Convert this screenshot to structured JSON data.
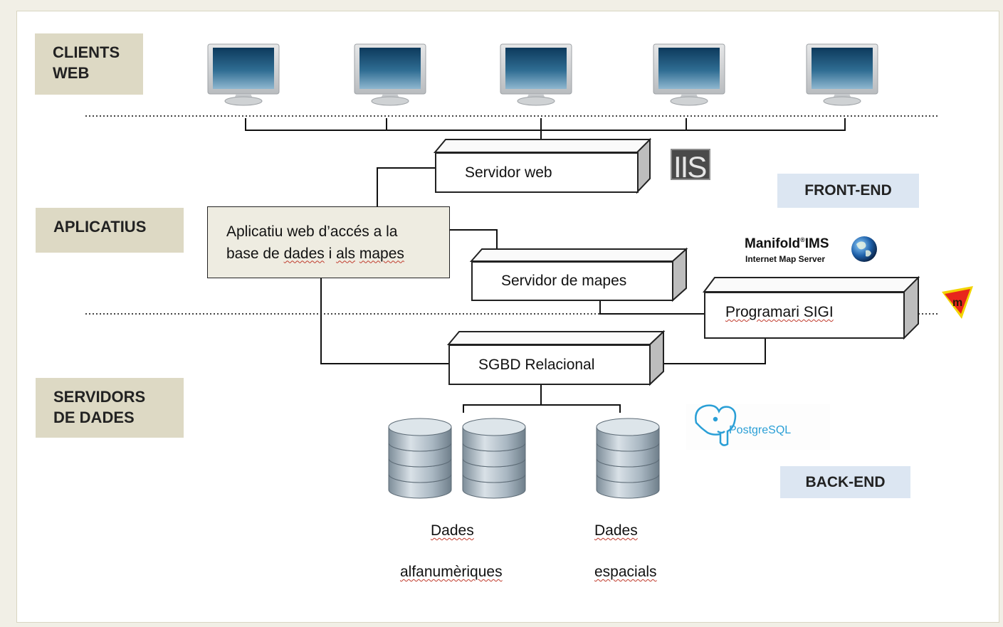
{
  "tiers": {
    "clients_web": "CLIENTS\nWEB",
    "aplicatius": "APLICATIUS",
    "servidors_dades": "SERVIDORS\nDE DADES"
  },
  "tags": {
    "front_end": "FRONT-END",
    "back_end": "BACK-END"
  },
  "boxes": {
    "servidor_web": "Servidor web",
    "aplicatiu_line1": "Aplicatiu web d’accés a la",
    "aplicatiu_line2_pre": "base de ",
    "aplicatiu_line2_dades": "dades",
    "aplicatiu_line2_mid": " i ",
    "aplicatiu_line2_als": "als",
    "aplicatiu_line2_sp": " ",
    "aplicatiu_line2_mapes": "mapes",
    "servidor_mapes": "Servidor de mapes",
    "programari_sigi": "Programari SIGI",
    "sgbd": "SGBD Relacional"
  },
  "databases": {
    "alfa_line1": "Dades",
    "alfa_line2": "alfanumèriques",
    "espacials_line1": "Dades",
    "espacials_line2": "espacials"
  },
  "logos": {
    "iis": "IIS",
    "manifold_name": "Manifold",
    "manifold_reg": "®",
    "manifold_ims": "IMS",
    "manifold_sub": "Internet Map Server",
    "postgres": "PostgreSQL",
    "m_mark": "m"
  },
  "icons": [
    "monitor-icon",
    "database-icon",
    "globe-icon",
    "elephant-icon",
    "triangle-logo-icon"
  ],
  "colors": {
    "tier_bg": "#ddd9c4",
    "tag_bg": "#dce6f2",
    "postgres_blue": "#2a9fd6",
    "triangle_red": "#e8261c",
    "triangle_yellow": "#f2d400"
  }
}
